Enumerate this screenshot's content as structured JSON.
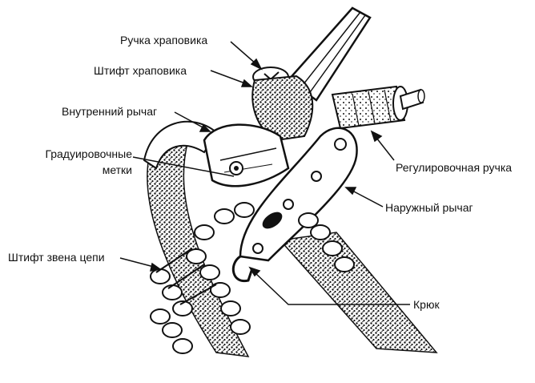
{
  "labels": {
    "ratchet_handle": "Ручка храповика",
    "ratchet_pin": "Штифт храповика",
    "inner_lever": "Внутренний рычаг",
    "graduation_marks_line1": "Градуировочные",
    "graduation_marks_line2": "метки",
    "adjusting_knob": "Регулировочная ручка",
    "outer_lever": "Наружный рычаг",
    "chain_link_pin": "Штифт звена цепи",
    "hook": "Крюк"
  },
  "colors": {
    "ink": "#111111",
    "background": "#ffffff"
  }
}
